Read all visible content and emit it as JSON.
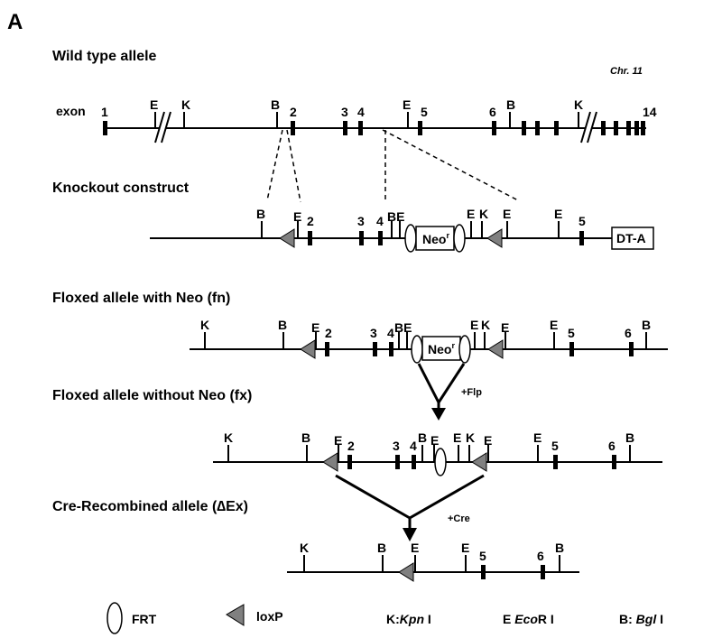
{
  "panel_label": "A",
  "chromosome": "Chr. 11",
  "headings": {
    "wild_type": "Wild type allele",
    "knockout": "Knockout construct",
    "floxed_neo": "Floxed allele with Neo (fn)",
    "floxed_no_neo": "Floxed allele without Neo (fx)",
    "cre_recombined_prefix": "Cre-Recombined allele (",
    "cre_recombined_delta": "∆",
    "cre_recombined_suffix": "Ex)"
  },
  "exon_word": "exon",
  "boxes": {
    "neo": "Neo",
    "neo_sup": "r",
    "dta": "DT-A"
  },
  "arrows": {
    "flp": "+Flp",
    "cre": "+Cre"
  },
  "sites": {
    "K": "K",
    "E": "E",
    "B": "B",
    "BE": "BE"
  },
  "exon_numbers": {
    "n1": "1",
    "n2": "2",
    "n3": "3",
    "n4": "4",
    "n5": "5",
    "n6": "6",
    "n14": "14"
  },
  "legend": {
    "frt": "FRT",
    "loxp": "loxP",
    "kpn_prefix": "K:",
    "kpn_enzyme": "Kpn",
    "kpn_suffix": " I",
    "eco_prefix": "E ",
    "eco_enzyme": "Eco",
    "eco_suffix": "R I",
    "bgl_prefix": "B: ",
    "bgl_enzyme": "Bgl",
    "bgl_suffix": " I"
  },
  "colors": {
    "loxp_fill": "#808080",
    "line": "#000000"
  }
}
